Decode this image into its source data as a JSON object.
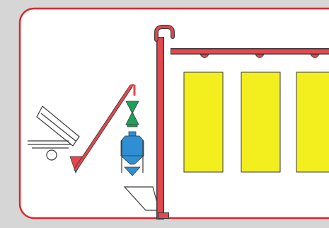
{
  "diagram": {
    "colors": {
      "background": "#d6d6d6",
      "panel": "#ffffff",
      "frame_red": "#e0242c",
      "conveyor_red": "#e6474e",
      "outline": "#3a3a3a",
      "bin_yellow": "#f3ee1e",
      "hopper_green": "#1fa05a",
      "silo_blue": "#2f8fd4"
    },
    "components": [
      "truck-tipper",
      "inclined-screw-conveyor",
      "green-hopper",
      "blue-weighing-silo",
      "bottom-hopper",
      "bucket-elevator",
      "top-distribution-conveyor",
      "storage-bins"
    ],
    "storage_bins": {
      "count": 3
    },
    "distribution_outlets": {
      "count": 3
    }
  }
}
